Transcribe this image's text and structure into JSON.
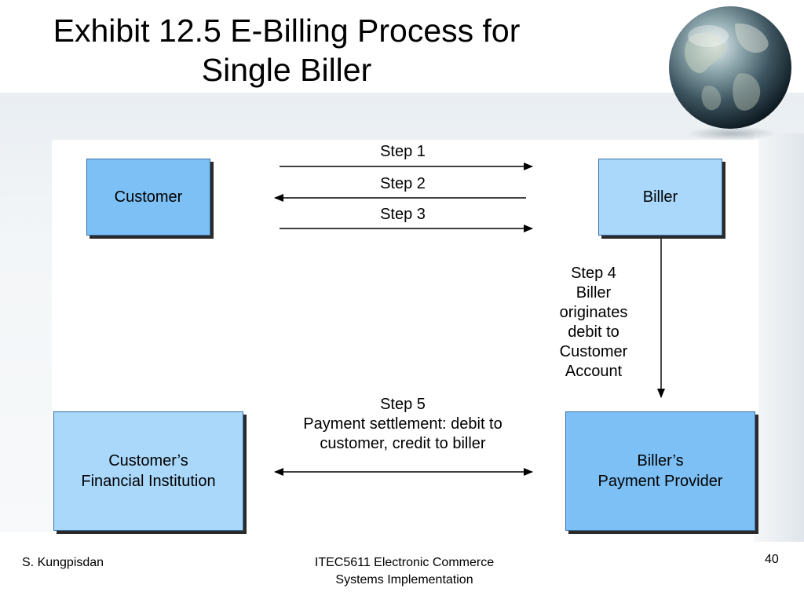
{
  "slide": {
    "title_lines": [
      "Exhibit 12.5 E-Billing Process for",
      "Single Biller"
    ],
    "footer_author": "S. Kungpisdan",
    "footer_course_lines": [
      "ITEC5611 Electronic Commerce",
      "Systems Implementation"
    ],
    "page_number": "40"
  },
  "diagram": {
    "nodes": {
      "customer": "Customer",
      "biller": "Biller",
      "customer_fi_lines": [
        "Customer’s",
        "Financial Institution"
      ],
      "biller_pp_lines": [
        "Biller’s",
        "Payment Provider"
      ]
    },
    "steps": {
      "step1": "Step 1",
      "step2": "Step 2",
      "step3": "Step 3",
      "step4_lines": [
        "Step 4",
        "Biller",
        "originates",
        "debit to",
        "Customer",
        "Account"
      ],
      "step5_lines": [
        "Step 5",
        "Payment settlement: debit to",
        "customer, credit to biller"
      ]
    }
  },
  "icons": {
    "globe": "globe-icon"
  },
  "colors": {
    "box_dark": "#7cc0f5",
    "box_light": "#a9d8fb"
  }
}
